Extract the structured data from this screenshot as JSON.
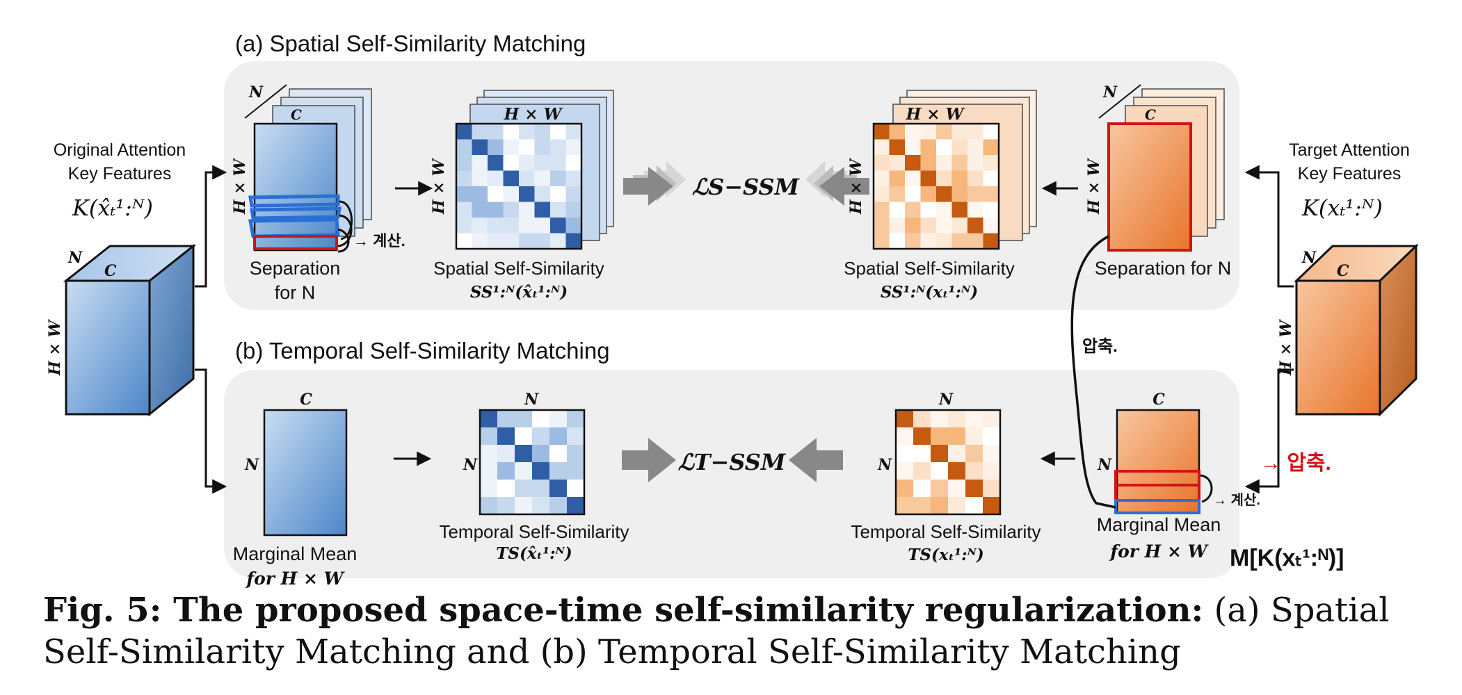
{
  "section_a_title": "(a) Spatial Self-Similarity Matching",
  "section_b_title": "(b) Temporal Self-Similarity Matching",
  "left_input": {
    "label_line1": "Original Attention",
    "label_line2": "Key Features",
    "formula": "K(x̂ₜ¹:ᴺ)",
    "dim_n": "N",
    "dim_c": "C",
    "dim_hw": "H × W"
  },
  "right_input": {
    "label_line1": "Target Attention",
    "label_line2": "Key Features",
    "formula": "K(xₜ¹:ᴺ)",
    "dim_n": "N",
    "dim_c": "C",
    "dim_hw": "H × W"
  },
  "spatial": {
    "sep_left_line1": "Separation",
    "sep_left_line2": "for N",
    "sep_right": "Separation for N",
    "sim_left_title": "Spatial Self-Similarity",
    "sim_left_formula": "SS¹:ᴺ(x̂ₜ¹:ᴺ)",
    "sim_right_title": "Spatial Self-Similarity",
    "sim_right_formula": "SS¹:ᴺ(xₜ¹:ᴺ)",
    "loss": "ℒS−SSM",
    "dim_n": "N",
    "dim_c": "C",
    "dim_hw": "H × W"
  },
  "temporal": {
    "mm_left_line1": "Marginal Mean",
    "mm_left_line2": "for H × W",
    "mm_right_line1": "Marginal Mean",
    "mm_right_line2": "for H × W",
    "sim_left_title": "Temporal Self-Similarity",
    "sim_left_formula": "TS(x̂ₜ¹:ᴺ)",
    "sim_right_title": "Temporal Self-Similarity",
    "sim_right_formula": "TS(xₜ¹:ᴺ)",
    "loss": "ℒT−SSM",
    "dim_n": "N",
    "dim_c": "C"
  },
  "handwriting": {
    "note_calc_1": "→ 계산.",
    "note_compress_1": "압축.",
    "note_compress_red": "→ 압축.",
    "note_calc_2": "→ 계산.",
    "note_formula": "M[K(xₜ¹:ᴺ)]"
  },
  "caption": {
    "bold_part": "Fig. 5: The proposed space-time self-similarity regularization:",
    "rest": "(a) Spatial Self-Similarity Matching and (b) Temporal Self-Similarity Matching"
  },
  "colors": {
    "blue_light": "#c5d9ef",
    "blue_mid": "#8fb5e0",
    "blue_dark": "#2f5ea6",
    "orange_light": "#fce6d2",
    "orange_mid": "#f3ac6e",
    "orange_dark": "#c55a11",
    "panel_gray": "#efefef",
    "red_box": "#d01515",
    "blue_box": "#2a6fd6"
  }
}
